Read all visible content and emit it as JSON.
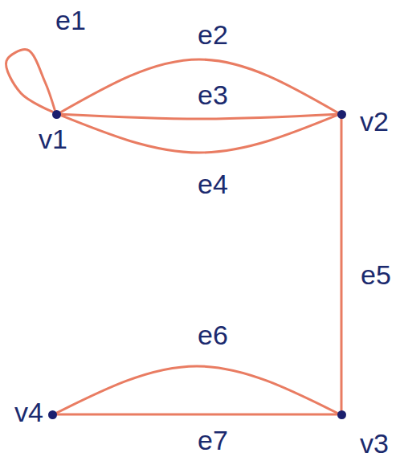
{
  "diagram": {
    "nodes": [
      {
        "text": [
          "v1"
        ]
      },
      {
        "text": [
          "v2"
        ]
      },
      {
        "text": [
          "v3"
        ]
      },
      {
        "text": [
          "v4"
        ]
      }
    ],
    "edges": [
      {
        "from": 0,
        "to": 0,
        "arrow": "none",
        "label": "e1"
      },
      {
        "from": 0,
        "to": 1,
        "arrow": "none",
        "label": "e2"
      },
      {
        "from": 0,
        "to": 1,
        "arrow": "none",
        "label": "e3"
      },
      {
        "from": 0,
        "to": 1,
        "arrow": "none",
        "label": "e4"
      },
      {
        "from": 1,
        "to": 2,
        "arrow": "none",
        "label": "e5"
      },
      {
        "from": 3,
        "to": 2,
        "arrow": "none",
        "label": "e6"
      },
      {
        "from": 3,
        "to": 2,
        "arrow": "none",
        "label": "e7"
      }
    ]
  }
}
